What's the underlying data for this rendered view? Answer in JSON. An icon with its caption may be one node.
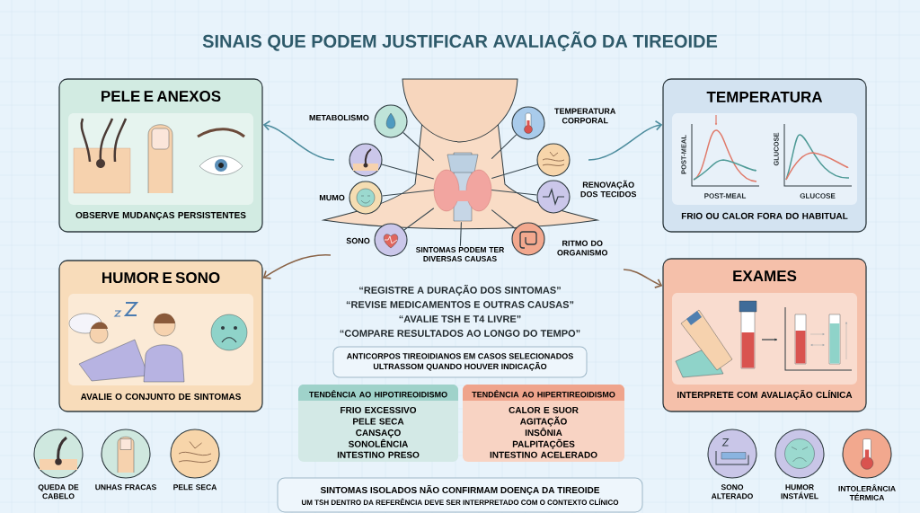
{
  "diagram": {
    "title": "SINAIS QUE PODEM JUSTIFICAR AVALIAÇÃO DA TIREOIDE",
    "nodes": [
      {
        "text": [
          "PELE E ANEXOS",
          "OBSERVE MUDANÇAS PERSISTENTES"
        ]
      },
      {
        "text": [
          "TEMPERATURA",
          "FRIO OU CALOR FORA DO HABITUAL"
        ]
      },
      {
        "text": [],
        "shape": "picture"
      },
      {
        "text": [],
        "shape": "circle",
        "beside": [
          "METABOLISMO"
        ]
      },
      {
        "text": [],
        "shape": "circle"
      },
      {
        "text": [],
        "shape": "circle",
        "beside": [
          "MUMO"
        ]
      },
      {
        "text": [],
        "shape": "circle",
        "beside": [
          "SONO"
        ]
      },
      {
        "text": [],
        "shape": "circle",
        "beside": [
          "TEMPERATURA CORPORAL"
        ]
      },
      {
        "text": [],
        "shape": "circle"
      },
      {
        "text": [],
        "shape": "circle",
        "beside": [
          "RENOVAÇÃO DOS TECIDOS"
        ]
      },
      {
        "text": [],
        "shape": "circle",
        "beside": [
          "RITMO DO ORGANISMO"
        ]
      },
      {
        "text": [
          "SINTOMAS PODEM TER DIVERSAS CAUSAS"
        ]
      },
      {
        "text": [
          "HUMOR E SONO",
          "AVALIE O CONJUNTO DE SINTOMAS"
        ]
      },
      {
        "text": [
          "EXAMES",
          "INTERPRETE COM AVALIAÇÃO CLÍNICA"
        ]
      },
      {
        "text": [
          "ANTICORPOS TIREOIDIANOS EM CASOS SELECIONADOS",
          "ULTRASSOM QUANDO HOUVER INDICAÇÃO"
        ]
      },
      {
        "text": [
          "TENDÊNCIA AO HIPOTIREOIDISMO",
          "FRIO EXCESSIVO",
          "PELE SECA",
          "CANSAÇO",
          "SONOLÊNCIA",
          "INTESTINO PRESO"
        ]
      },
      {
        "text": [
          "TENDÊNCIA AO HIPERTIREOIDISMO",
          "CALOR E SUOR",
          "AGITAÇÃO",
          "INSÔNIA",
          "PALPITAÇÕES",
          "INTESTINO ACELERADO"
        ]
      },
      {
        "text": [
          "SINTOMAS ISOLADOS NÃO CONFIRMAM DOENÇA DA TIREOIDE",
          "UM TSH DENTRO DA REFERÊNCIA DEVE SER INTERPRETADO COM O CONTEXTO CLÍNICO"
        ]
      },
      {
        "text": [],
        "shape": "circle",
        "beside": [
          "QUEDA DE CABELO"
        ]
      },
      {
        "text": [],
        "shape": "circle",
        "beside": [
          "UNHAS FRACAS"
        ]
      },
      {
        "text": [],
        "shape": "circle",
        "beside": [
          "PELE SECA"
        ]
      },
      {
        "text": [],
        "shape": "circle",
        "beside": [
          "SONO ALTERADO"
        ]
      },
      {
        "text": [],
        "shape": "circle",
        "beside": [
          "HUMOR INSTÁVEL"
        ]
      },
      {
        "text": [],
        "shape": "circle",
        "beside": [
          "INTOLERÂNCIA TÉRMICA"
        ]
      }
    ],
    "edges": [
      {
        "from": 2,
        "to": 3,
        "arrow": "none"
      },
      {
        "from": 2,
        "to": 4,
        "arrow": "none"
      },
      {
        "from": 2,
        "to": 5,
        "arrow": "none"
      },
      {
        "from": 2,
        "to": 6,
        "arrow": "none"
      },
      {
        "from": 2,
        "to": 7,
        "arrow": "none"
      },
      {
        "from": 2,
        "to": 8,
        "arrow": "none"
      },
      {
        "from": 2,
        "to": 9,
        "arrow": "none"
      },
      {
        "from": 2,
        "to": 10,
        "arrow": "none"
      },
      {
        "from": 2,
        "to": 11,
        "arrow": "none"
      },
      {
        "from": null,
        "to": 0,
        "arrow": "to",
        "color": "#4e8d9e"
      },
      {
        "from": null,
        "to": 1,
        "arrow": "to",
        "color": "#4e8d9e"
      },
      {
        "from": null,
        "to": 12,
        "arrow": "to",
        "color": "#8a6448"
      },
      {
        "from": null,
        "to": 13,
        "arrow": "to",
        "color": "#8a6448"
      }
    ],
    "labels": [
      "POST-MEAL",
      "GLUCOSE",
      "POST-MEAL",
      "GLUCOSE",
      "“REGISTRE A DURAÇÃO DOS SINTOMAS”",
      "“REVISE MEDICAMENTOS E OUTRAS CAUSAS”",
      "“AVALIE TSH E T4 LIVRE”",
      "“COMPARE RESULTADOS AO LONGO DO TEMPO”"
    ]
  }
}
